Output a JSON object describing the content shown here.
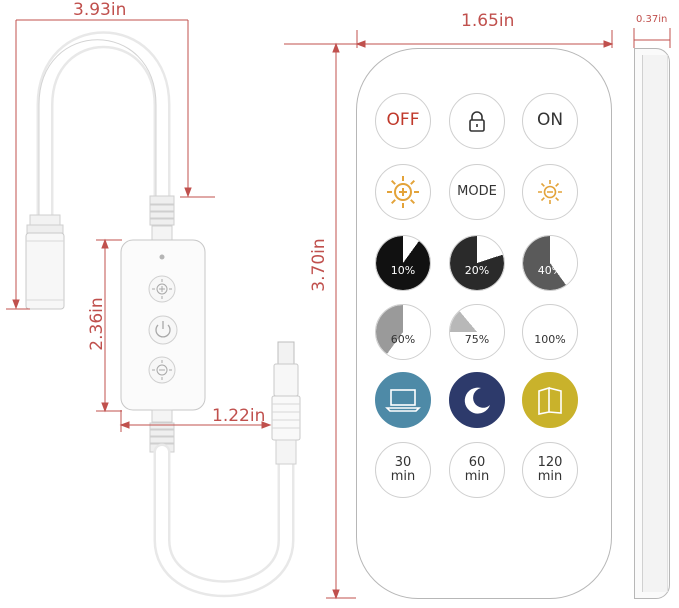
{
  "dimensions": {
    "cable_length": "3.93in",
    "controller_height": "2.36in",
    "controller_plug": "1.22in",
    "remote_width": "1.65in",
    "remote_height": "3.70in",
    "remote_thickness": "0.37in"
  },
  "remote": {
    "off": "OFF",
    "lock_icon": "lock-icon",
    "on": "ON",
    "brightness_up_icon": "sun-plus-icon",
    "mode": "MODE",
    "brightness_down_icon": "sun-minus-icon",
    "level_10": "10%",
    "level_20": "20%",
    "level_40": "40%",
    "level_60": "60%",
    "level_75": "75%",
    "level_100": "100%",
    "scene_reading_icon": "laptop-icon",
    "scene_night_icon": "moon-icon",
    "scene_book_icon": "book-icon",
    "timer_30_num": "30",
    "timer_30_unit": "min",
    "timer_60_num": "60",
    "timer_60_unit": "min",
    "timer_120_num": "120",
    "timer_120_unit": "min"
  },
  "controller": {
    "button_top_icon": "sun-plus-icon",
    "button_middle_icon": "power-icon",
    "button_bottom_icon": "sun-minus-icon"
  },
  "colors": {
    "dimension_lines": "#c0504d",
    "off_label": "#c0392b",
    "sun_icon": "#e3a33a",
    "scene_reading": "#4e8aa7",
    "scene_night": "#2d3a6b",
    "scene_book": "#c9b22b"
  }
}
